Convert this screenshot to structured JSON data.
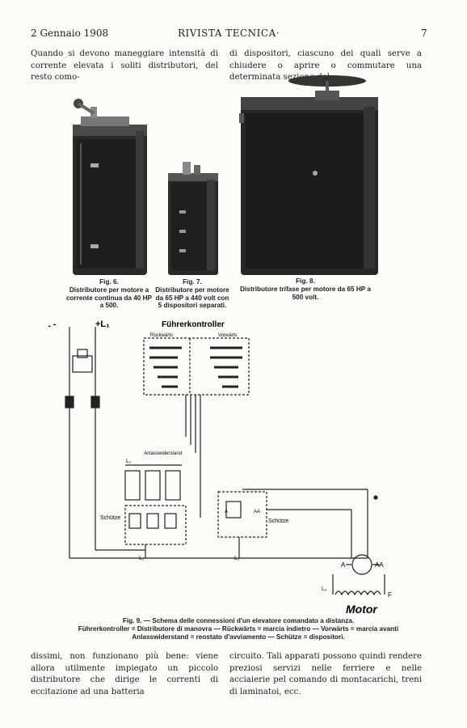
{
  "header": {
    "date": "2 Gennaio 1908",
    "title": "RIVISTA TECNICA·",
    "page_number": "7"
  },
  "top_text": {
    "left": "Quando si devono maneggiare intensità di corrente elevata i soliti distributori, del resto como-",
    "right": "di dispositori, ciascuno dei quali serve a chiudere o aprire o commutare una determinata sezione del"
  },
  "figures": {
    "fig6": {
      "title": "Fig. 6.",
      "caption": "Distributore per motore a corrente continua da 40 HP a 500."
    },
    "fig7": {
      "title": "Fig. 7.",
      "caption": "Distributore per motore da 65 HP a 440 volt con 5 dispositori separati."
    },
    "fig8": {
      "title": "Fig. 8.",
      "caption": "Distributore trifase per motore da 65 HP a 500 volt."
    }
  },
  "diagram": {
    "label_minus": "L -",
    "label_plus": "+L₁",
    "fuehrer": "Führerkontroller",
    "rueckwaerts": "Rückwärts",
    "vorwaerts": "Vorwärts",
    "anlass": "Anlasswiderstand",
    "l1": "L₁",
    "schuetze_left": "Schütze",
    "schuetze_right": "Schütze",
    "l2_a": "L₂",
    "l2_b": "L₂",
    "l2_c": "L₂",
    "a": "A",
    "aa": "AA",
    "a_small": "A",
    "aa_small": "AA",
    "f": "F",
    "motor": "Motor"
  },
  "fig9_caption": {
    "line1": "Fig. 9. — Schema delle connessioni d'un elevatore comandato a distanza.",
    "line2": "Führerkontroller = Distributore di manovra — Rückwärts = marcia indietro — Vorwärts = marcia avanti",
    "line3": "Anlasswiderstand = reostato d'avviamento — Schütze = dispositori."
  },
  "bottom_text": {
    "left": "dissimi, non funzionano più bene: viene allora utilmente impiegato un piccolo distributore che dirige le correnti di eccitazione ad una batteria",
    "right": "circuito. Tali apparati possono quindi rendere preziosi servizi nelle ferriere e nelle acciaierie pel comando di montacarichi, treni di laminatoi, ecc."
  }
}
